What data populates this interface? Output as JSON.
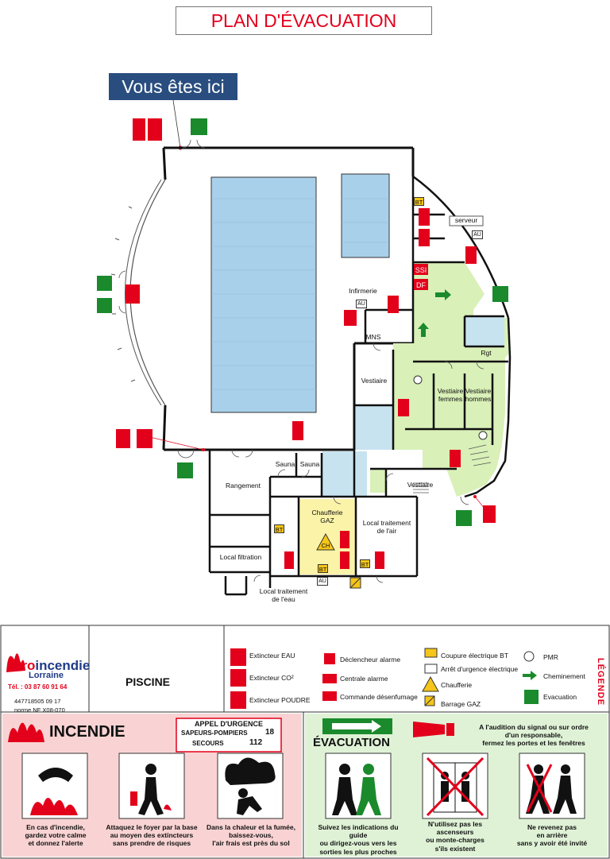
{
  "title": "PLAN D'ÉVACUATION",
  "you_are_here": "Vous êtes ici",
  "rooms": {
    "serveur": "serveur",
    "infirmerie": "Infirmerie",
    "mns": "MNS",
    "rgt": "Rgt",
    "vestiaire_left": "Vestiaire",
    "vestiaire_femmes_1": "Vestiaire",
    "vestiaire_femmes_2": "femmes",
    "vestiaire_hommes_1": "Vestiaire",
    "vestiaire_hommes_2": "hommes",
    "vestiaire_bottom": "Vestiaire",
    "sauna_1": "Sauna",
    "sauna_2": "Sauna",
    "rangement": "Rangement",
    "chaufferie_1": "Chaufferie",
    "chaufferie_2": "GAZ",
    "traitement_air_1": "Local traitement",
    "traitement_air_2": "de l'air",
    "filtration": "Local filtration",
    "traitement_eau_1": "Local traitement",
    "traitement_eau_2": "de l'eau"
  },
  "map_codes": {
    "bt": "BT",
    "au": "AU",
    "ssi": "SSI",
    "df": "DF",
    "ch": "CH",
    "eau": "EAU",
    "co2": "CO2",
    "poudre": "POUDRE"
  },
  "company": {
    "name_1": "Pro",
    "name_2": "incendie",
    "name_3": "Lorraine",
    "tel": "Tél. : 03 87 60 91 64",
    "ref": "447718505 09 17",
    "norme": "norme NF X08-070"
  },
  "site": "PISCINE",
  "legend": {
    "title": "LÉGENDE",
    "extincteur_eau": "Extincteur EAU",
    "extincteur_co2": "Extincteur CO²",
    "extincteur_poudre": "Extincteur POUDRE",
    "declencheur": "Déclencheur alarme",
    "centrale": "Centrale alarme",
    "desenfumage": "Commande désenfumage",
    "coupure_bt": "Coupure électrique BT",
    "arret_urgence": "Arrêt d'urgence électrique",
    "chaufferie": "Chaufferie",
    "barrage_gaz": "Barrage GAZ",
    "pmr": "PMR",
    "cheminement": "Cheminement",
    "evacuation": "Evacuation"
  },
  "incendie": {
    "title": "INCENDIE",
    "appel": "APPEL D'URGENCE",
    "pompiers_label": "SAPEURS-POMPIERS",
    "pompiers_num": "18",
    "secours_label": "SECOURS",
    "secours_num": "112",
    "instr1_1": "En cas d'incendie,",
    "instr1_2": "gardez votre calme",
    "instr1_3": "et donnez l'alerte",
    "instr2_1": "Attaquez le foyer par la base",
    "instr2_2": "au moyen des extincteurs",
    "instr2_3": "sans prendre de risques",
    "instr3_1": "Dans la chaleur et la fumée,",
    "instr3_2": "baissez-vous,",
    "instr3_3": "l'air frais est près du sol"
  },
  "evacuation": {
    "title": "ÉVACUATION",
    "signal_1": "A l'audition du signal ou sur ordre",
    "signal_2": "d'un responsable,",
    "signal_3": "fermez les portes et les fenêtres",
    "instr1_1": "Suivez les indications du guide",
    "instr1_2": "ou dirigez-vous vers les",
    "instr1_3": "sorties les plus proches",
    "instr2_1": "N'utilisez pas les",
    "instr2_2": "ascenseurs",
    "instr2_3": "ou monte-charges",
    "instr2_4": "s'ils existent",
    "instr3_1": "Ne revenez pas",
    "instr3_2": "en arrière",
    "instr3_3": "sans y avoir été invité"
  },
  "colors": {
    "red": "#e3001b",
    "green": "#1a8a2c",
    "pool": "#a8d0ea",
    "path": "#d9f0b8",
    "chaufferie": "#fbf3a8",
    "navy": "#2a4d7f",
    "incendie_bg": "#f9d3d3",
    "evac_bg": "#dff2d6"
  }
}
